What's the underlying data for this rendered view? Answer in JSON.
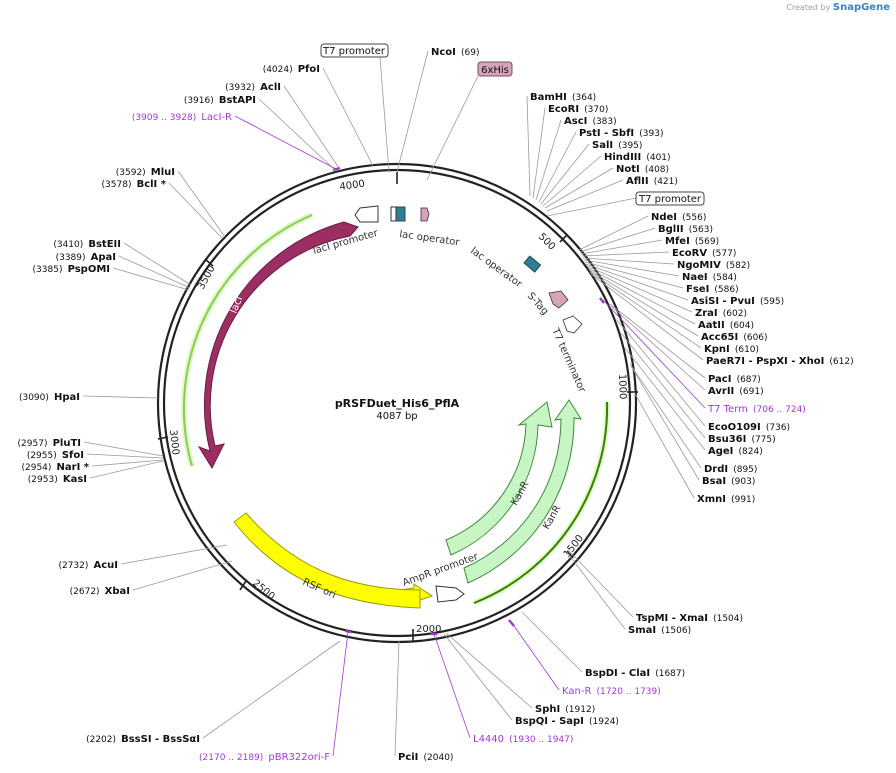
{
  "credit": {
    "prefix": "Created by",
    "brand": "SnapGene"
  },
  "plasmid": {
    "name": "pRSFDuet_His6_PflA",
    "length": "4087 bp"
  },
  "ticks": [
    "500",
    "1000",
    "1500",
    "2000",
    "2500",
    "3000",
    "3500",
    "4000"
  ],
  "colors": {
    "lacI": "#9b2e63",
    "kanR": "#c8f5c4",
    "ori": "#ffff00",
    "primer": "#9f33d3",
    "operator": "#2e7f94",
    "tag": "#d6a3b8"
  },
  "features": [
    {
      "label": "lacI",
      "color": "#9b2e63"
    },
    {
      "label": "lacI promoter"
    },
    {
      "label": "lac operator"
    },
    {
      "label": "lac operator"
    },
    {
      "label": "S-Tag"
    },
    {
      "label": "T7 terminator"
    },
    {
      "label": "KanR"
    },
    {
      "label": "KanR"
    },
    {
      "label": "AmpR promoter"
    },
    {
      "label": "RSF ori"
    }
  ],
  "boxed_labels": [
    {
      "label": "T7 promoter"
    },
    {
      "label": "6xHis"
    },
    {
      "label": "T7 promoter"
    }
  ],
  "sites": [
    {
      "name": "NcoI",
      "pos": "(69)"
    },
    {
      "name": "BamHI",
      "pos": "(364)"
    },
    {
      "name": "EcoRI",
      "pos": "(370)"
    },
    {
      "name": "AscI",
      "pos": "(383)"
    },
    {
      "name": "PstI  - SbfI",
      "pos": "(393)"
    },
    {
      "name": "SalI",
      "pos": "(395)"
    },
    {
      "name": "HindIII",
      "pos": "(401)"
    },
    {
      "name": "NotI",
      "pos": "(408)"
    },
    {
      "name": "AflII",
      "pos": "(421)"
    },
    {
      "name": "NdeI",
      "pos": "(556)"
    },
    {
      "name": "BglII",
      "pos": "(563)"
    },
    {
      "name": "MfeI",
      "pos": "(569)"
    },
    {
      "name": "EcoRV",
      "pos": "(577)"
    },
    {
      "name": "NgoMIV",
      "pos": "(582)"
    },
    {
      "name": "NaeI",
      "pos": "(584)"
    },
    {
      "name": "FseI",
      "pos": "(586)"
    },
    {
      "name": "AsiSI  - PvuI",
      "pos": "(595)"
    },
    {
      "name": "ZraI",
      "pos": "(602)"
    },
    {
      "name": "AatII",
      "pos": "(604)"
    },
    {
      "name": "Acc65I",
      "pos": "(606)"
    },
    {
      "name": "KpnI",
      "pos": "(610)"
    },
    {
      "name": "PaeR7I  - PspXI  - XhoI",
      "pos": "(612)"
    },
    {
      "name": "PacI",
      "pos": "(687)"
    },
    {
      "name": "AvrII",
      "pos": "(691)"
    },
    {
      "name": "EcoO109I",
      "pos": "(736)"
    },
    {
      "name": "Bsu36I",
      "pos": "(775)"
    },
    {
      "name": "AgeI",
      "pos": "(824)"
    },
    {
      "name": "DrdI",
      "pos": "(895)"
    },
    {
      "name": "BsaI",
      "pos": "(903)"
    },
    {
      "name": "XmnI",
      "pos": "(991)"
    },
    {
      "name": "TspMI  - XmaI",
      "pos": "(1504)"
    },
    {
      "name": "SmaI",
      "pos": "(1506)"
    },
    {
      "name": "BspDI  - ClaI",
      "pos": "(1687)"
    },
    {
      "name": "SphI",
      "pos": "(1912)"
    },
    {
      "name": "BspQI  - SapI",
      "pos": "(1924)"
    },
    {
      "name": "PciI",
      "pos": "(2040)"
    },
    {
      "name": "BssSI  - BssSαI",
      "pos": "(2202)"
    },
    {
      "name": "XbaI",
      "pos": "(2672)"
    },
    {
      "name": "AcuI",
      "pos": "(2732)"
    },
    {
      "name": "KasI",
      "pos": "(2953)"
    },
    {
      "name": "NarI *",
      "pos": "(2954)"
    },
    {
      "name": "SfoI",
      "pos": "(2955)"
    },
    {
      "name": "PluTI",
      "pos": "(2957)"
    },
    {
      "name": "HpaI",
      "pos": "(3090)"
    },
    {
      "name": "PspOMI",
      "pos": "(3385)"
    },
    {
      "name": "ApaI",
      "pos": "(3389)"
    },
    {
      "name": "BstEII",
      "pos": "(3410)"
    },
    {
      "name": "BclI *",
      "pos": "(3578)"
    },
    {
      "name": "MluI",
      "pos": "(3592)"
    },
    {
      "name": "BstAPI",
      "pos": "(3916)"
    },
    {
      "name": "AclI",
      "pos": "(3932)"
    },
    {
      "name": "PfoI",
      "pos": "(4024)"
    }
  ],
  "primers": [
    {
      "name": "T7 Term",
      "range": "(706 .. 724)"
    },
    {
      "name": "Kan-R",
      "range": "(1720 .. 1739)"
    },
    {
      "name": "L4440",
      "range": "(1930 .. 1947)"
    },
    {
      "name": "pBR322ori-F",
      "range": "(2170 .. 2189)"
    },
    {
      "name": "LacI-R",
      "range": "(3909 .. 3928)"
    }
  ]
}
